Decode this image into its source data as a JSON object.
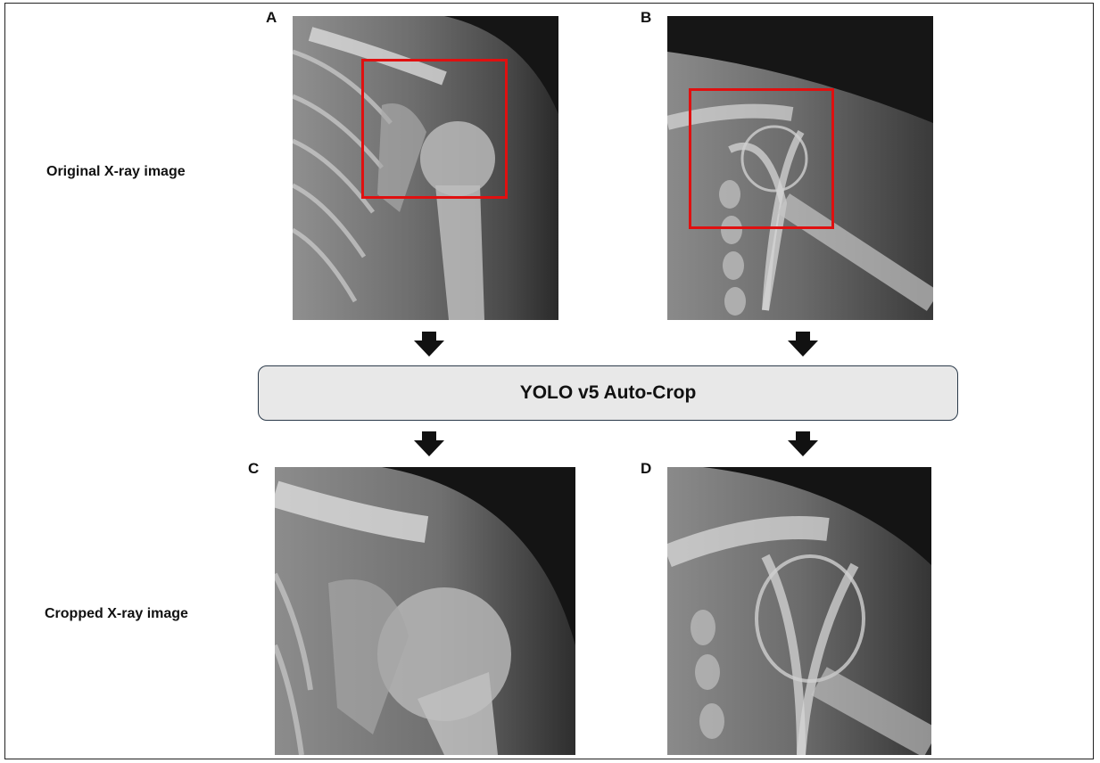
{
  "labels": {
    "original": "Original X-ray image",
    "cropped": "Cropped X-ray image"
  },
  "panels": {
    "a": "A",
    "b": "B",
    "c": "C",
    "d": "D"
  },
  "process": {
    "label": "YOLO v5 Auto-Crop"
  },
  "colors": {
    "crop_box": "#e01010",
    "process_fill": "#e8e8e8",
    "process_border": "#2b3a4a"
  }
}
